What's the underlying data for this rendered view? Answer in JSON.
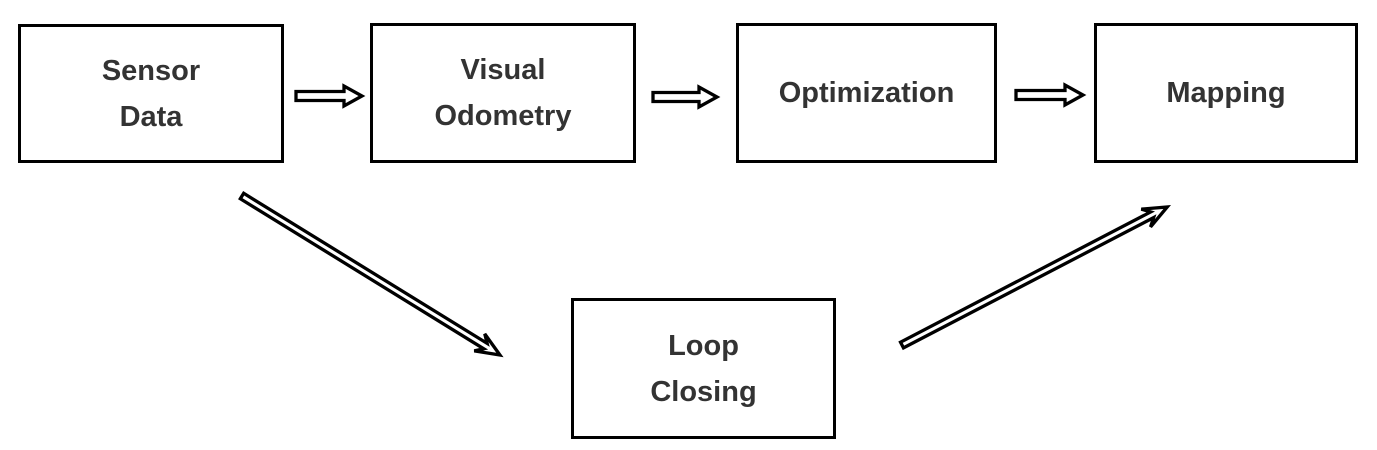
{
  "diagram": {
    "background_color": "#ffffff",
    "box_border_color": "#000000",
    "box_fill_color": "#ffffff",
    "text_color": "#333333",
    "arrow_fill_color": "#ffffff",
    "arrow_outline_color": "#000000",
    "nodes": [
      {
        "id": "sensor-data",
        "label": "Sensor Data",
        "lines": [
          "Sensor",
          "Data"
        ]
      },
      {
        "id": "visual-odometry",
        "label": "Visual Odometry",
        "lines": [
          "Visual",
          "Odometry"
        ]
      },
      {
        "id": "optimization",
        "label": "Optimization",
        "lines": [
          "Optimization"
        ]
      },
      {
        "id": "mapping",
        "label": "Mapping",
        "lines": [
          "Mapping"
        ]
      },
      {
        "id": "loop-closing",
        "label": "Loop Closing",
        "lines": [
          "Loop",
          "Closing"
        ]
      }
    ],
    "edges": [
      {
        "from": "Sensor Data",
        "to": "Visual Odometry",
        "style": "horizontal-block-arrow"
      },
      {
        "from": "Visual Odometry",
        "to": "Optimization",
        "style": "horizontal-block-arrow"
      },
      {
        "from": "Optimization",
        "to": "Mapping",
        "style": "horizontal-block-arrow"
      },
      {
        "from": "Sensor Data",
        "to": "Loop Closing",
        "style": "diagonal-thin-arrow"
      },
      {
        "from": "Loop Closing",
        "to": "Mapping",
        "style": "diagonal-thin-arrow"
      }
    ]
  }
}
